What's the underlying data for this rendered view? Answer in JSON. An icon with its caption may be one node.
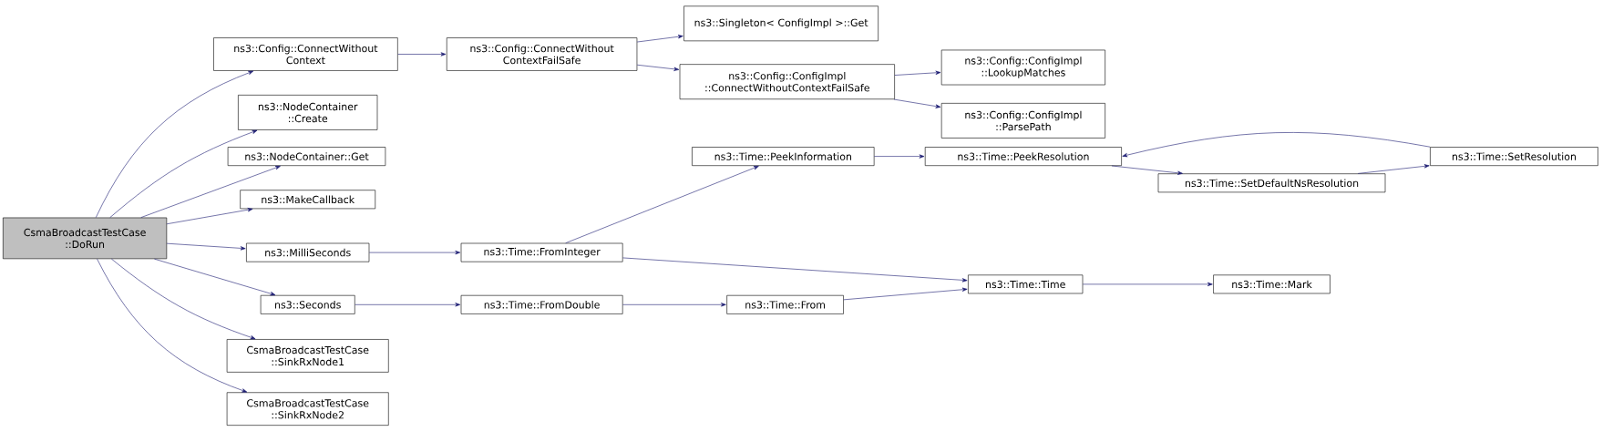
{
  "diagram": {
    "nodes": [
      {
        "text": [
          "CsmaBroadcastTestCase ::DoRun"
        ]
      },
      {
        "text": [
          "ns3::Config::ConnectWithout Context"
        ]
      },
      {
        "text": [
          "ns3::NodeContainer ::Create"
        ]
      },
      {
        "text": [
          "ns3::NodeContainer::Get"
        ]
      },
      {
        "text": [
          "ns3::MakeCallback"
        ]
      },
      {
        "text": [
          "ns3::MilliSeconds"
        ]
      },
      {
        "text": [
          "ns3::Seconds"
        ]
      },
      {
        "text": [
          "CsmaBroadcastTestCase ::SinkRxNode1"
        ]
      },
      {
        "text": [
          "CsmaBroadcastTestCase ::SinkRxNode2"
        ]
      },
      {
        "text": [
          "ns3::Config::ConnectWithout ContextFailSafe"
        ]
      },
      {
        "text": [
          "ns3::Singleton< ConfigImpl >::Get"
        ]
      },
      {
        "text": [
          "ns3::Config::ConfigImpl ::ConnectWithoutContextFailSafe"
        ]
      },
      {
        "text": [
          "ns3::Config::ConfigImpl ::LookupMatches"
        ]
      },
      {
        "text": [
          "ns3::Config::ConfigImpl ::ParsePath"
        ]
      },
      {
        "text": [
          "ns3::Time::FromInteger"
        ]
      },
      {
        "text": [
          "ns3::Time::FromDouble"
        ]
      },
      {
        "text": [
          "ns3::Time::PeekInformation"
        ]
      },
      {
        "text": [
          "ns3::Time::From"
        ]
      },
      {
        "text": [
          "ns3::Time::PeekResolution"
        ]
      },
      {
        "text": [
          "ns3::Time::Time"
        ]
      },
      {
        "text": [
          "ns3::Time::SetDefaultNsResolution"
        ]
      },
      {
        "text": [
          "ns3::Time::SetResolution"
        ]
      },
      {
        "text": [
          "ns3::Time::Mark"
        ]
      }
    ],
    "edges": [
      {
        "from": 0,
        "to": 1,
        "arrow": "to"
      },
      {
        "from": 0,
        "to": 2,
        "arrow": "to"
      },
      {
        "from": 0,
        "to": 3,
        "arrow": "to"
      },
      {
        "from": 0,
        "to": 4,
        "arrow": "to"
      },
      {
        "from": 0,
        "to": 5,
        "arrow": "to"
      },
      {
        "from": 0,
        "to": 6,
        "arrow": "to"
      },
      {
        "from": 0,
        "to": 7,
        "arrow": "to"
      },
      {
        "from": 0,
        "to": 8,
        "arrow": "to"
      },
      {
        "from": 1,
        "to": 9,
        "arrow": "to"
      },
      {
        "from": 9,
        "to": 10,
        "arrow": "to"
      },
      {
        "from": 9,
        "to": 11,
        "arrow": "to"
      },
      {
        "from": 11,
        "to": 12,
        "arrow": "to"
      },
      {
        "from": 11,
        "to": 13,
        "arrow": "to"
      },
      {
        "from": 5,
        "to": 14,
        "arrow": "to"
      },
      {
        "from": 6,
        "to": 15,
        "arrow": "to"
      },
      {
        "from": 14,
        "to": 16,
        "arrow": "to"
      },
      {
        "from": 14,
        "to": 19,
        "arrow": "to"
      },
      {
        "from": 15,
        "to": 17,
        "arrow": "to"
      },
      {
        "from": 17,
        "to": 19,
        "arrow": "to"
      },
      {
        "from": 16,
        "to": 18,
        "arrow": "to"
      },
      {
        "from": 18,
        "to": 20,
        "arrow": "to"
      },
      {
        "from": 20,
        "to": 21,
        "arrow": "to"
      },
      {
        "from": 21,
        "to": 18,
        "arrow": "to"
      },
      {
        "from": 19,
        "to": 22,
        "arrow": "to"
      }
    ]
  }
}
